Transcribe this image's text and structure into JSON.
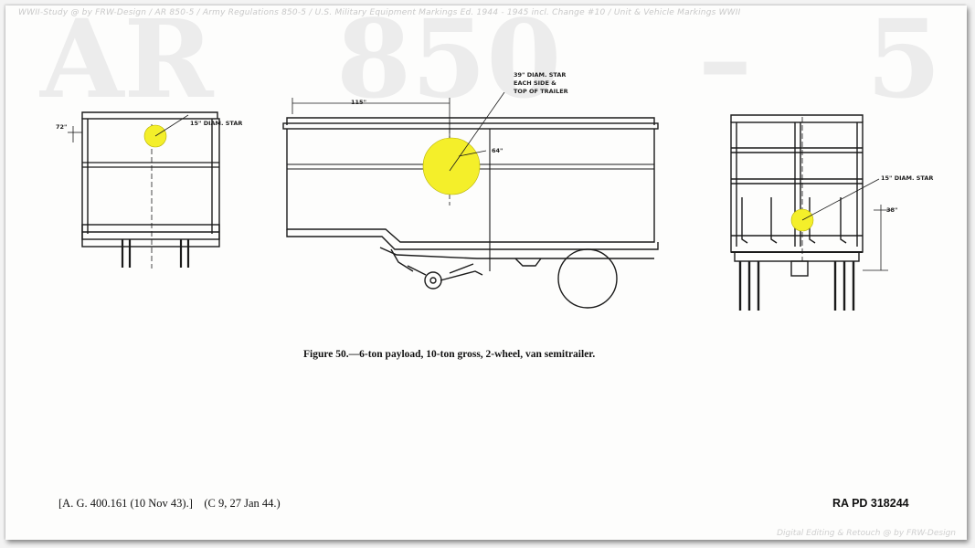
{
  "watermark": {
    "top_line": "WWII-Study @ by FRW-Design / AR 850-5 / Army Regulations 850-5 / U.S. Military Equipment Markings Ed. 1944 - 1945 incl. Change #10 / Unit & Vehicle Markings WWII",
    "big_text": [
      "AR",
      "850",
      "–",
      "5"
    ],
    "bottom_line": "Digital Editing & Retouch @ by FRW-Design"
  },
  "figure": {
    "callouts": {
      "front_star": "15\" DIAM. STAR",
      "front_dim": "72\"",
      "side_star_line1": "39\" DIAM. STAR",
      "side_star_line2": "EACH SIDE &",
      "side_star_line3": "TOP OF TRAILER",
      "side_dim_top": "115\"",
      "side_dim_right": "64\"",
      "rear_star": "15\" DIAM. STAR",
      "rear_dim": "38\""
    },
    "caption": "Figure 50.—6-ton payload, 10-ton gross, 2-wheel, van semitrailer."
  },
  "footer": {
    "citation": "[A. G. 400.161 (10 Nov 43).]    (C 9, 27 Jan 44.)",
    "plate_number": "RA PD 318244"
  },
  "colors": {
    "star_fill": "#f4ef2a",
    "line": "#1b1b1b",
    "paper": "#fdfdfc",
    "background": "#f3f3f3"
  }
}
